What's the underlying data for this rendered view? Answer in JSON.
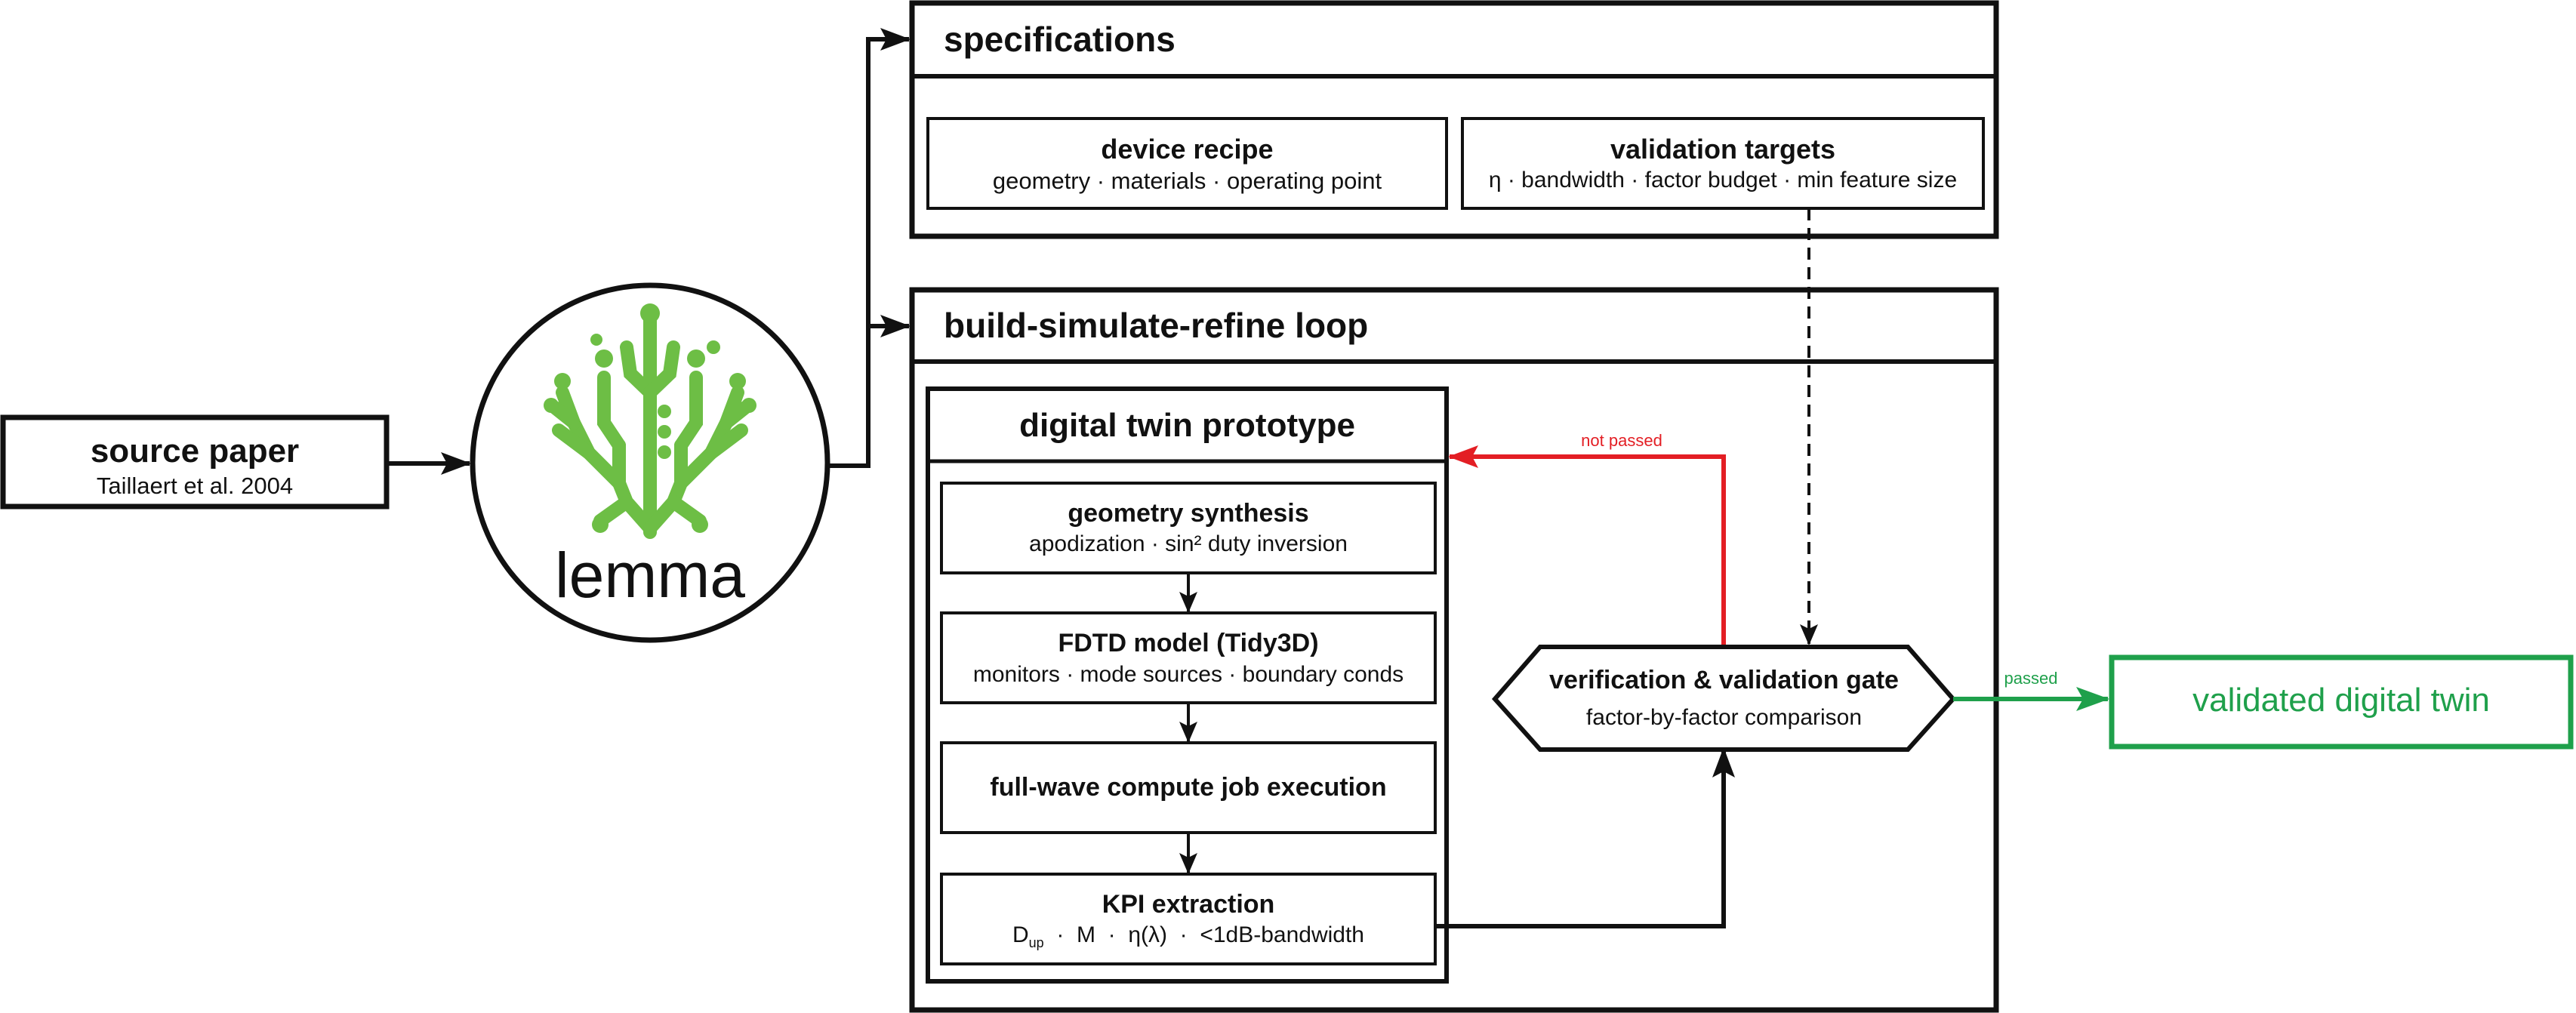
{
  "source": {
    "title": "source paper",
    "subtitle": "Taillaert et al. 2004"
  },
  "logo": {
    "text": "lemma"
  },
  "specifications": {
    "title": "specifications",
    "device_recipe": {
      "title": "device recipe",
      "subtitle": "geometry · materials · operating point"
    },
    "validation_targets": {
      "title": "validation targets",
      "subtitle": "η · bandwidth · factor budget · min feature size"
    }
  },
  "loop": {
    "title": "build-simulate-refine loop",
    "prototype": {
      "title": "digital twin prototype",
      "steps": [
        {
          "title": "geometry synthesis",
          "subtitle": "apodization ·  sin² duty inversion"
        },
        {
          "title": "FDTD model (Tidy3D)",
          "subtitle": "monitors · mode sources · boundary conds"
        },
        {
          "title": "full-wave compute job execution",
          "subtitle": ""
        },
        {
          "title": "KPI extraction",
          "subtitle_parts": [
            "D",
            "up",
            "  ·  M  ·  η(λ)  ·  <1dB-bandwidth"
          ]
        }
      ]
    },
    "gate": {
      "title": "verification & validation gate",
      "subtitle": "factor-by-factor comparison"
    },
    "labels": {
      "not_passed": "not passed",
      "passed": "passed"
    }
  },
  "output": {
    "title": "validated digital twin"
  },
  "colors": {
    "line": "#111111",
    "fail": "#e31e24",
    "pass": "#1fa04b",
    "logo": "#6dbe45"
  }
}
